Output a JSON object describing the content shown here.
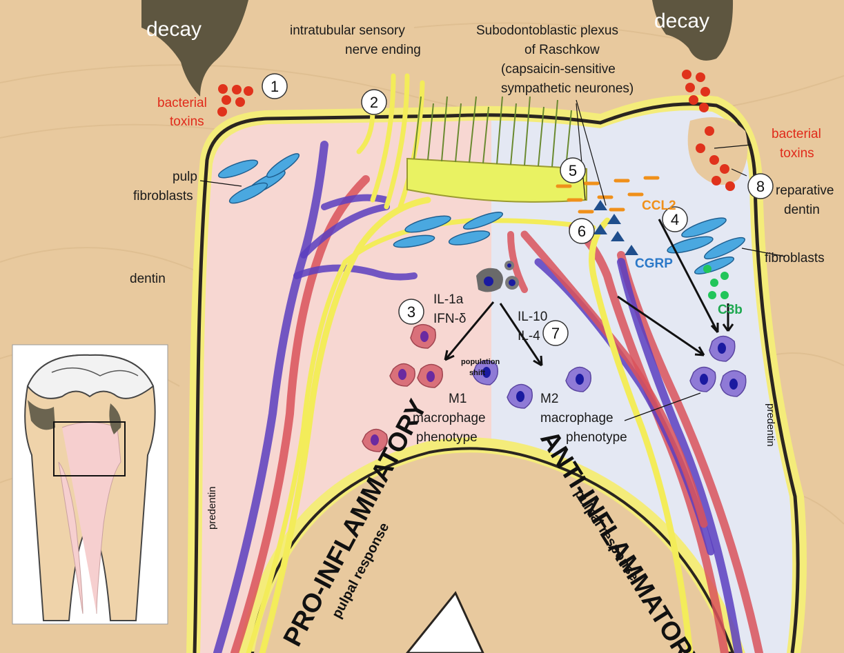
{
  "labels": {
    "decay_left": "decay",
    "decay_right": "decay",
    "bacterial_toxins_left": [
      "bacterial",
      "toxins"
    ],
    "bacterial_toxins_right": [
      "bacterial",
      "toxins"
    ],
    "intratubular": [
      "intratubular sensory",
      "nerve ending"
    ],
    "plexus": [
      "Subodontoblastic plexus",
      "of Raschkow",
      "(capsaicin-sensitive",
      "sympathetic neurones)"
    ],
    "pulp_fibroblasts": [
      "pulp",
      "fibroblasts"
    ],
    "reparative_dentin": [
      "reparative",
      "dentin"
    ],
    "ccl2": "CCL2",
    "cgrp": "CGRP",
    "c3b": "C3b",
    "fibroblasts": "fibroblasts",
    "dentin": "dentin",
    "il_pro": [
      "IL-1a",
      "IFN-δ"
    ],
    "il_anti": [
      "IL-10",
      "IL-4"
    ],
    "population_shift": [
      "population",
      "shift"
    ],
    "m1": [
      "M1",
      "macrophage",
      "phenotype"
    ],
    "m2": [
      "M2",
      "macrophage",
      "phenotype"
    ],
    "predentin_left": "predentin",
    "predentin_right": "predentin",
    "pro_inflammatory": "PRO-INFLAMMATORY",
    "anti_inflammatory": "ANTI-INFLAMMATORY",
    "pulpal_response_left": "pulpal response",
    "pulpal_response_right": "pulpal response"
  },
  "step_numbers": [
    "1",
    "2",
    "3",
    "4",
    "5",
    "6",
    "7",
    "8"
  ],
  "colors": {
    "dentin": "#e8c99e",
    "pulp_pro": "#f7d7d2",
    "pulp_anti": "#e4e8f3",
    "decay": "#5e5640",
    "predentin": "#f4ec7a",
    "artery": "#d9525a",
    "vein": "#5a3ec0",
    "nerve": "#f3ec5a",
    "toxin": "#e0321c",
    "ccl2": "#f0901a",
    "cgrp": "#1f4e8c",
    "c3b": "#22c55a",
    "m1": "#d9707a",
    "m2": "#8f7ad6"
  }
}
